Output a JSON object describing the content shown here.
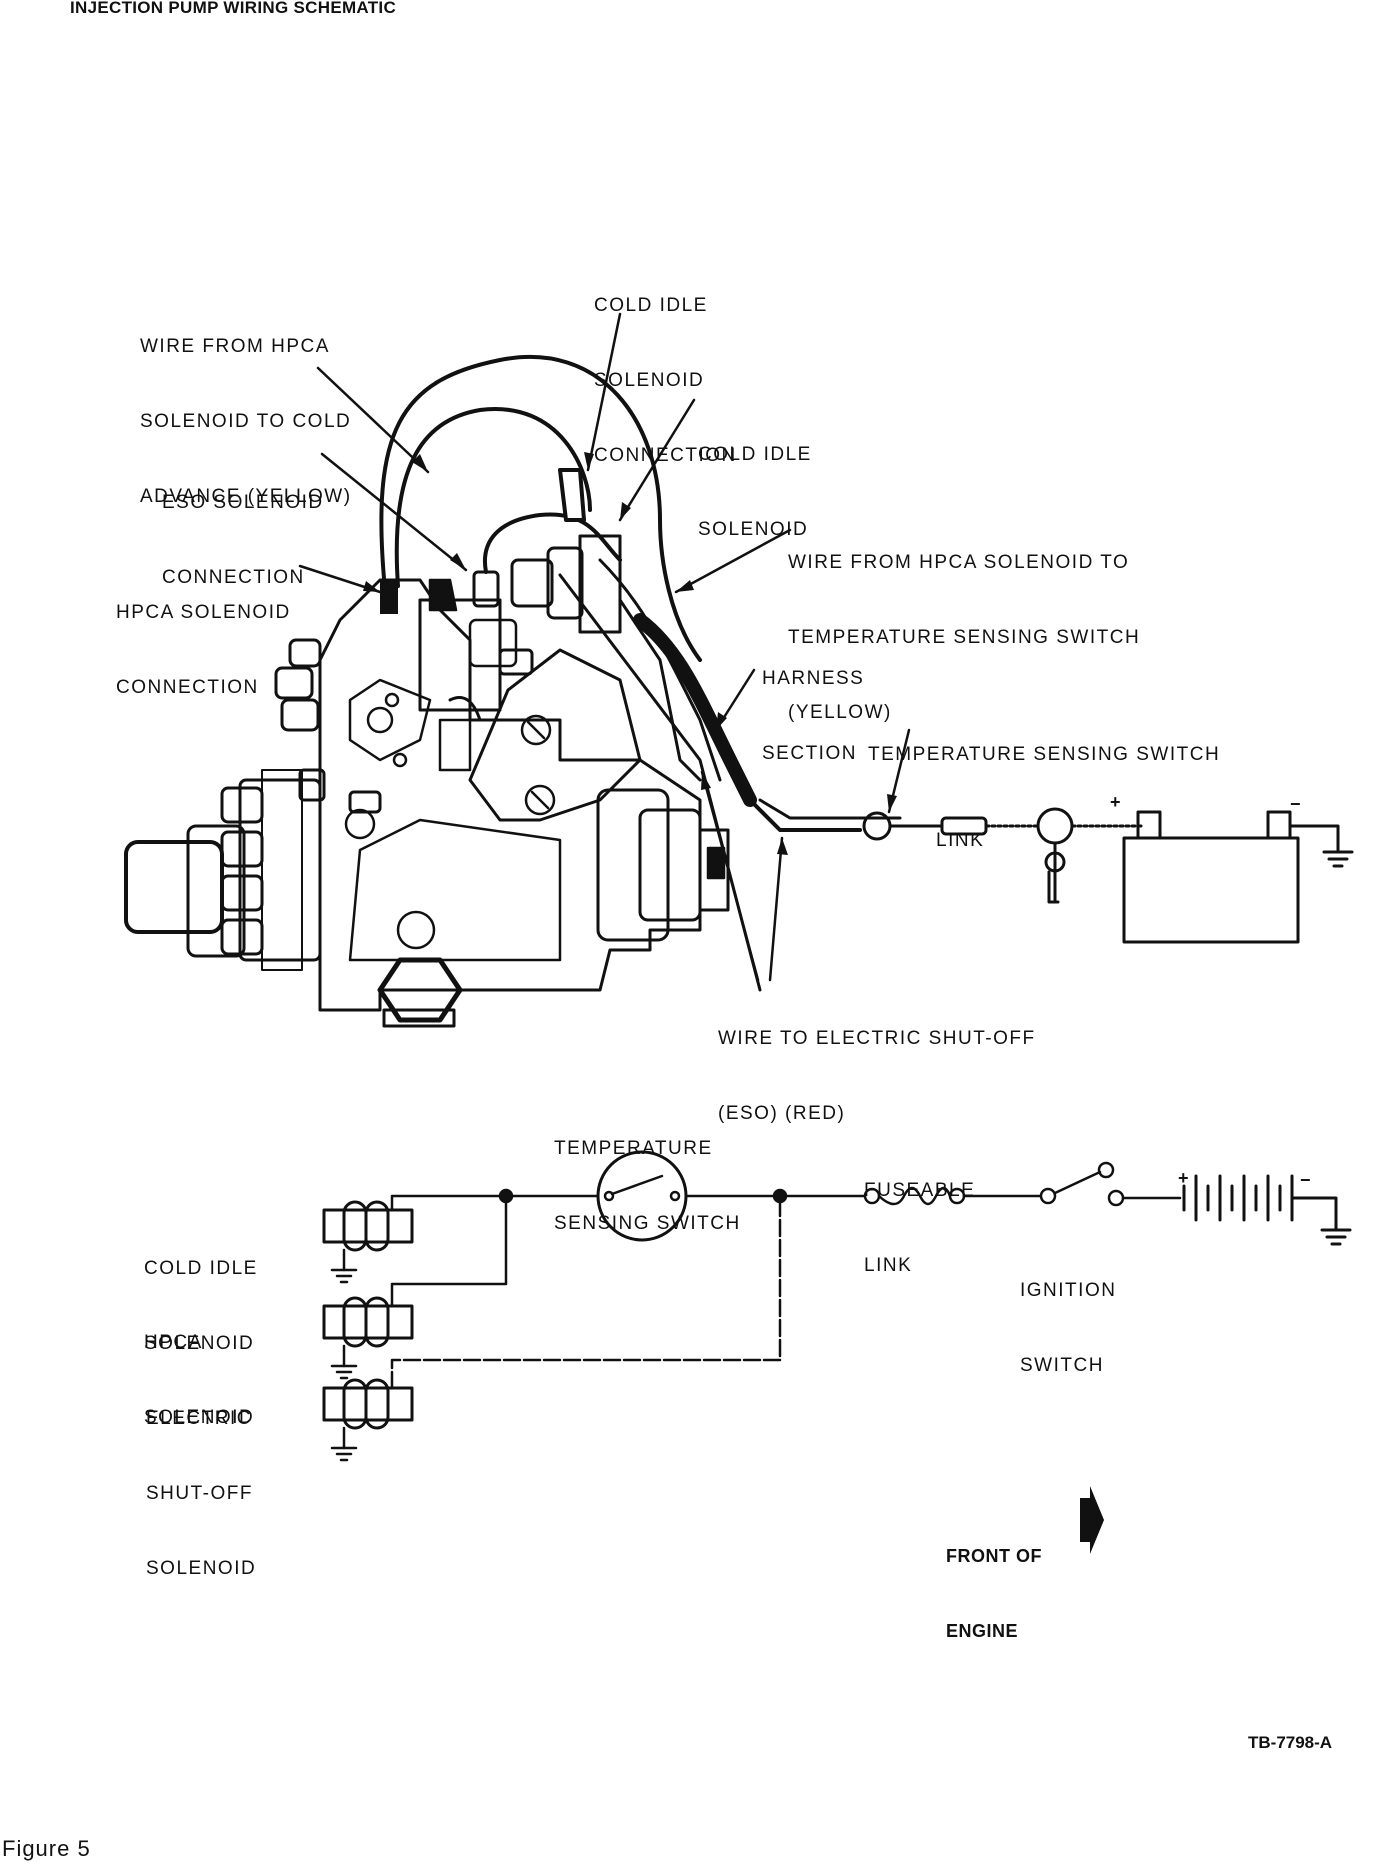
{
  "title": "INJECTION PUMP WIRING SCHEMATIC",
  "figure_label": "Figure 5",
  "reference_code": "TB-7798-A",
  "pictorial_labels": {
    "wire_hpca_cold_advance": [
      "WIRE FROM HPCA",
      "SOLENOID TO COLD",
      "ADVANCE (YELLOW)"
    ],
    "cold_idle_connection": [
      "COLD IDLE",
      "SOLENOID",
      "CONNECTION"
    ],
    "cold_idle_solenoid": [
      "COLD IDLE",
      "SOLENOID"
    ],
    "eso_connection": [
      "ESO SOLENOID",
      "CONNECTION"
    ],
    "wire_hpca_temp_switch": [
      "WIRE FROM HPCA SOLENOID TO",
      "TEMPERATURE SENSING SWITCH",
      "(YELLOW)"
    ],
    "hpca_connection": [
      "HPCA SOLENOID",
      "CONNECTION"
    ],
    "harness_section": [
      "HARNESS",
      "SECTION"
    ],
    "temp_switch": [
      "TEMPERATURE SENSING SWITCH"
    ],
    "link": [
      "LINK"
    ],
    "wire_eso": [
      "WIRE TO ELECTRIC SHUT-OFF",
      "(ESO) (RED)"
    ]
  },
  "schematic_labels": {
    "temp_switch": [
      "TEMPERATURE",
      "SENSING SWITCH"
    ],
    "fuseable_link": [
      "FUSEABLE",
      "LINK"
    ],
    "cold_idle": [
      "COLD IDLE",
      "SOLENOID"
    ],
    "hpca": [
      "HPCA",
      "SOLENOID"
    ],
    "eso": [
      "ELECTRIC",
      "SHUT-OFF",
      "SOLENOID"
    ],
    "ignition": [
      "IGNITION",
      "SWITCH"
    ],
    "front": [
      "FRONT OF",
      "ENGINE"
    ]
  },
  "symbols": {
    "plus": "+",
    "minus": "−"
  }
}
